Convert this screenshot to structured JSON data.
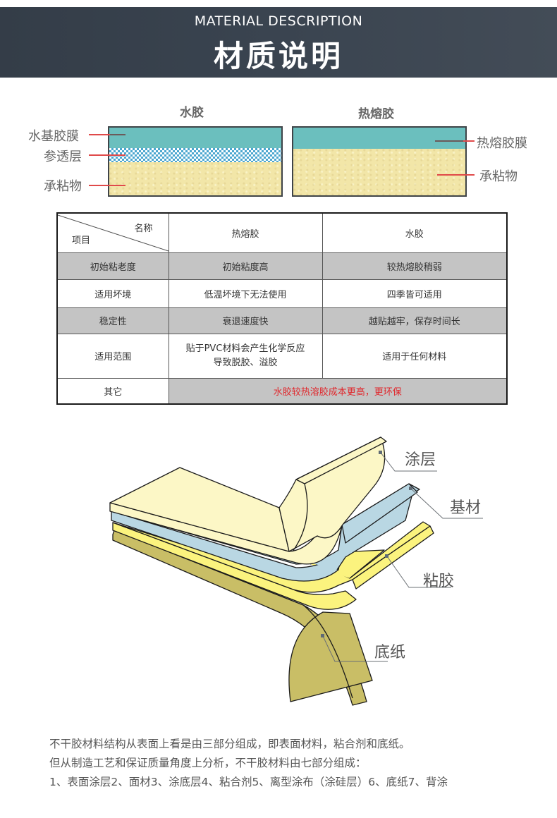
{
  "header": {
    "title_en": "MATERIAL DESCRIPTION",
    "title_cn": "材质说明",
    "background_color": "#3a4450"
  },
  "diagrams": {
    "water_glue": {
      "title": "水胶",
      "labels": [
        "水基胶膜",
        "参透层",
        "承粘物"
      ]
    },
    "hot_melt": {
      "title": "热熔胶",
      "labels": [
        "热熔胶膜",
        "承粘物"
      ]
    },
    "colors": {
      "film": "#6bbfbe",
      "checker": "#4aa6cf",
      "substrate": "#f2e6a8",
      "pointer": "#e04a4a"
    }
  },
  "table": {
    "corner_top": "名称",
    "corner_bottom": "项目",
    "columns": [
      "热熔胶",
      "水胶"
    ],
    "rows": [
      {
        "item": "初始粘老度",
        "hot_melt": "初始粘度高",
        "water": "较热熔胶稍弱",
        "shaded": true
      },
      {
        "item": "适用坏境",
        "hot_melt": "低温坏境下无法使用",
        "water": "四季皆可适用",
        "shaded": false
      },
      {
        "item": "稳定性",
        "hot_melt": "衰退速度快",
        "water": "越贴越牢，保存时间长",
        "shaded": true
      },
      {
        "item": "适用范围",
        "hot_melt_line1": "贴于PVC材料会产生化学反应",
        "hot_melt_line2": "导致脱胶、溢胶",
        "water": "适用于任何材料",
        "shaded": false
      },
      {
        "item": "其它",
        "merged": "水胶较热溶胶成本更高，更环保",
        "shaded": true
      }
    ],
    "highlight_color": "#e0262b"
  },
  "structure_diagram": {
    "labels": [
      "涂层",
      "基材",
      "粘胶",
      "底纸"
    ],
    "colors": {
      "coating": "#fcf7c6",
      "base": "#b9d7e3",
      "adhesive": "#fbf37e",
      "liner": "#c9be66"
    }
  },
  "description": {
    "lines": [
      "不干胶材料结构从表面上看是由三部分组成，即表面材料，粘合剂和底纸。",
      "但从制造工艺和保证质量角度上分析，不干胶材料由七部分组成：",
      "1、表面涂层2、面材3、涂底层4、粘合剂5、离型涂布（涂硅层）6、底纸7、背涂"
    ]
  }
}
